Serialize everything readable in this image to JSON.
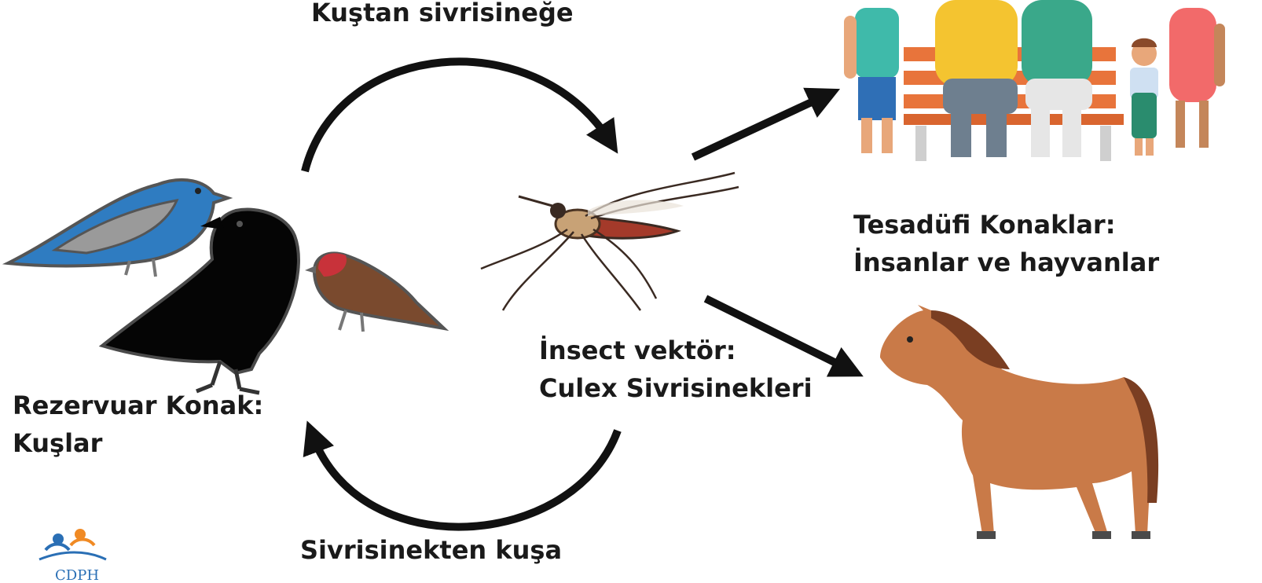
{
  "labels": {
    "bird_to_mosquito": "Kuştan sivrisineğe",
    "mosquito_to_bird": "Sivrisinekten kuşa",
    "reservoir_line1": "Rezervuar Konak:",
    "reservoir_line2": "Kuşlar",
    "vector_line1": "İnsect vektör:",
    "vector_line2": "Culex Sivrisinekleri",
    "incidental_line1": "Tesadüfi Konaklar:",
    "incidental_line2": "İnsanlar ve hayvanlar"
  },
  "logo": {
    "text": "CDPH"
  },
  "colors": {
    "arrow": "#111111",
    "blue_bird": "#2f7cc1",
    "crow": "#050505",
    "finch_body": "#7a4a2e",
    "finch_head": "#c8323a",
    "horse": "#c97a48",
    "horse_mane": "#7a3e22",
    "bench": "#e8743b",
    "logo_blue": "#2a6fb5",
    "logo_orange": "#f08a24"
  }
}
